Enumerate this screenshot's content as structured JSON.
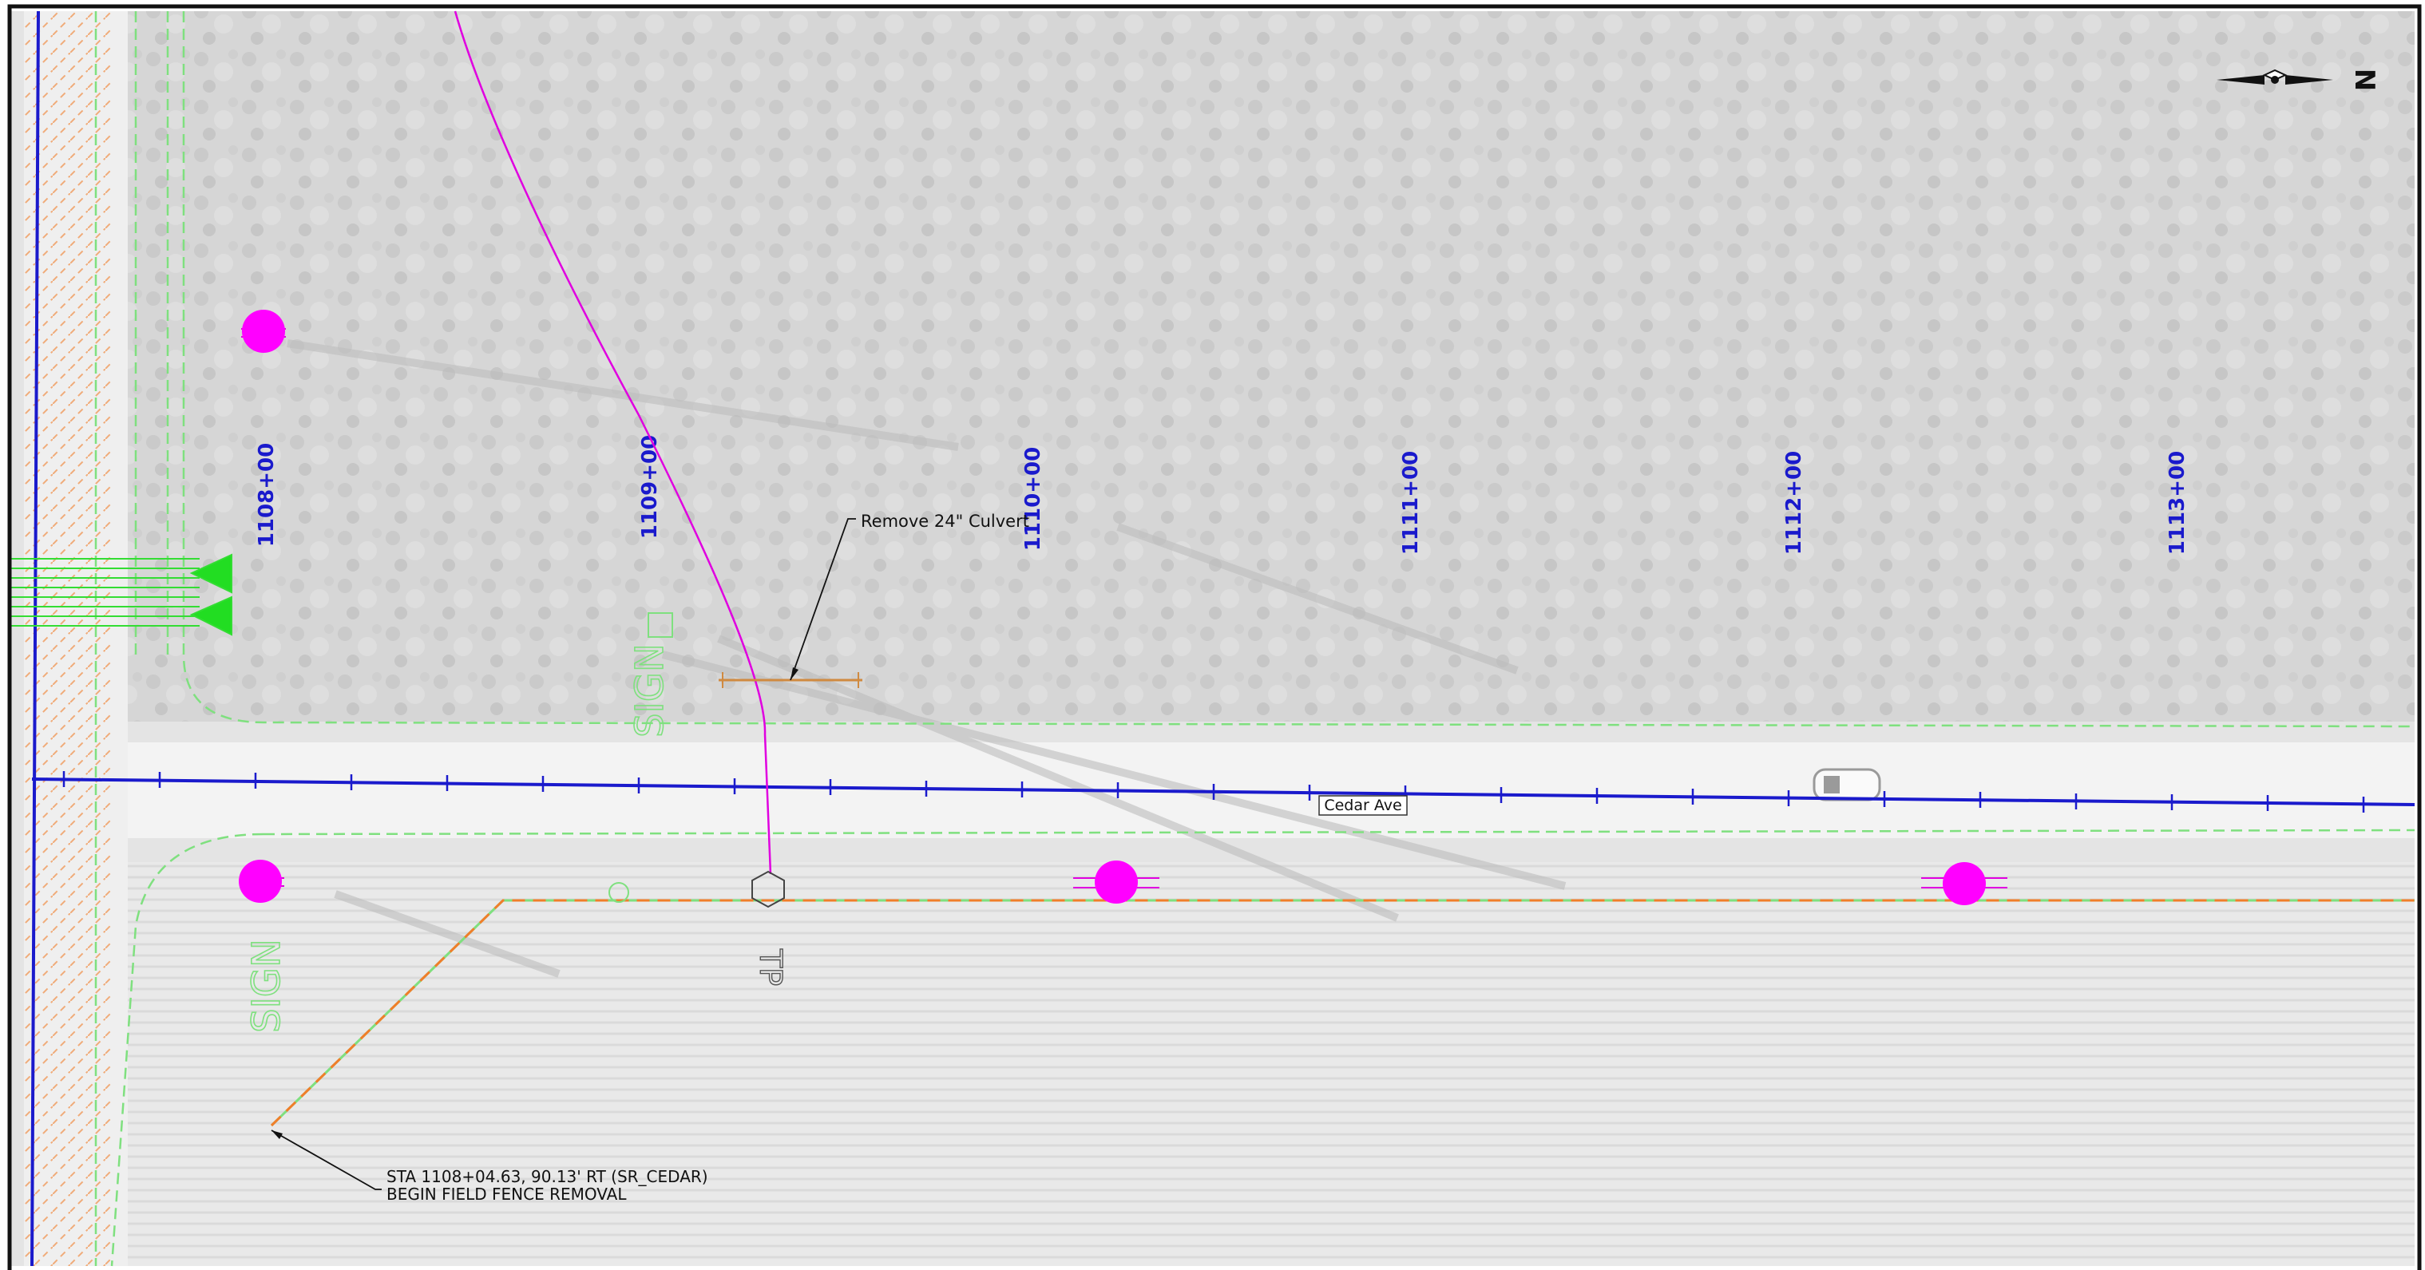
{
  "sheet": {
    "road_name": "Cedar Ave",
    "stations": [
      "1108+00",
      "1109+00",
      "1110+00",
      "1111+00",
      "1112+00",
      "1113+00"
    ],
    "callout_culvert": "Remove 24\" Culvert",
    "callout_fence_line1": "STA 1108+04.63, 90.13' RT (SR_CEDAR)",
    "callout_fence_line2": "BEGIN FIELD FENCE REMOVAL",
    "label_sign_north": "SIGN",
    "label_sign_south": "SIGN",
    "label_tp": "TP",
    "north_arrow_letter": "N"
  },
  "colors": {
    "alignment": "#1a1acc",
    "station_text": "#1a1acc",
    "row_line": "#7fe07f",
    "fence_removal": "#f07e2a",
    "utility": "#e000e0",
    "utility_pole": "#ff00ff",
    "aerial_field": "#e8e8e8",
    "aerial_woods": "#d4d4d4"
  },
  "icons": [
    "north-arrow-icon",
    "utility-pole-icon",
    "telephone-pedestal-icon",
    "culvert-end-icon"
  ]
}
